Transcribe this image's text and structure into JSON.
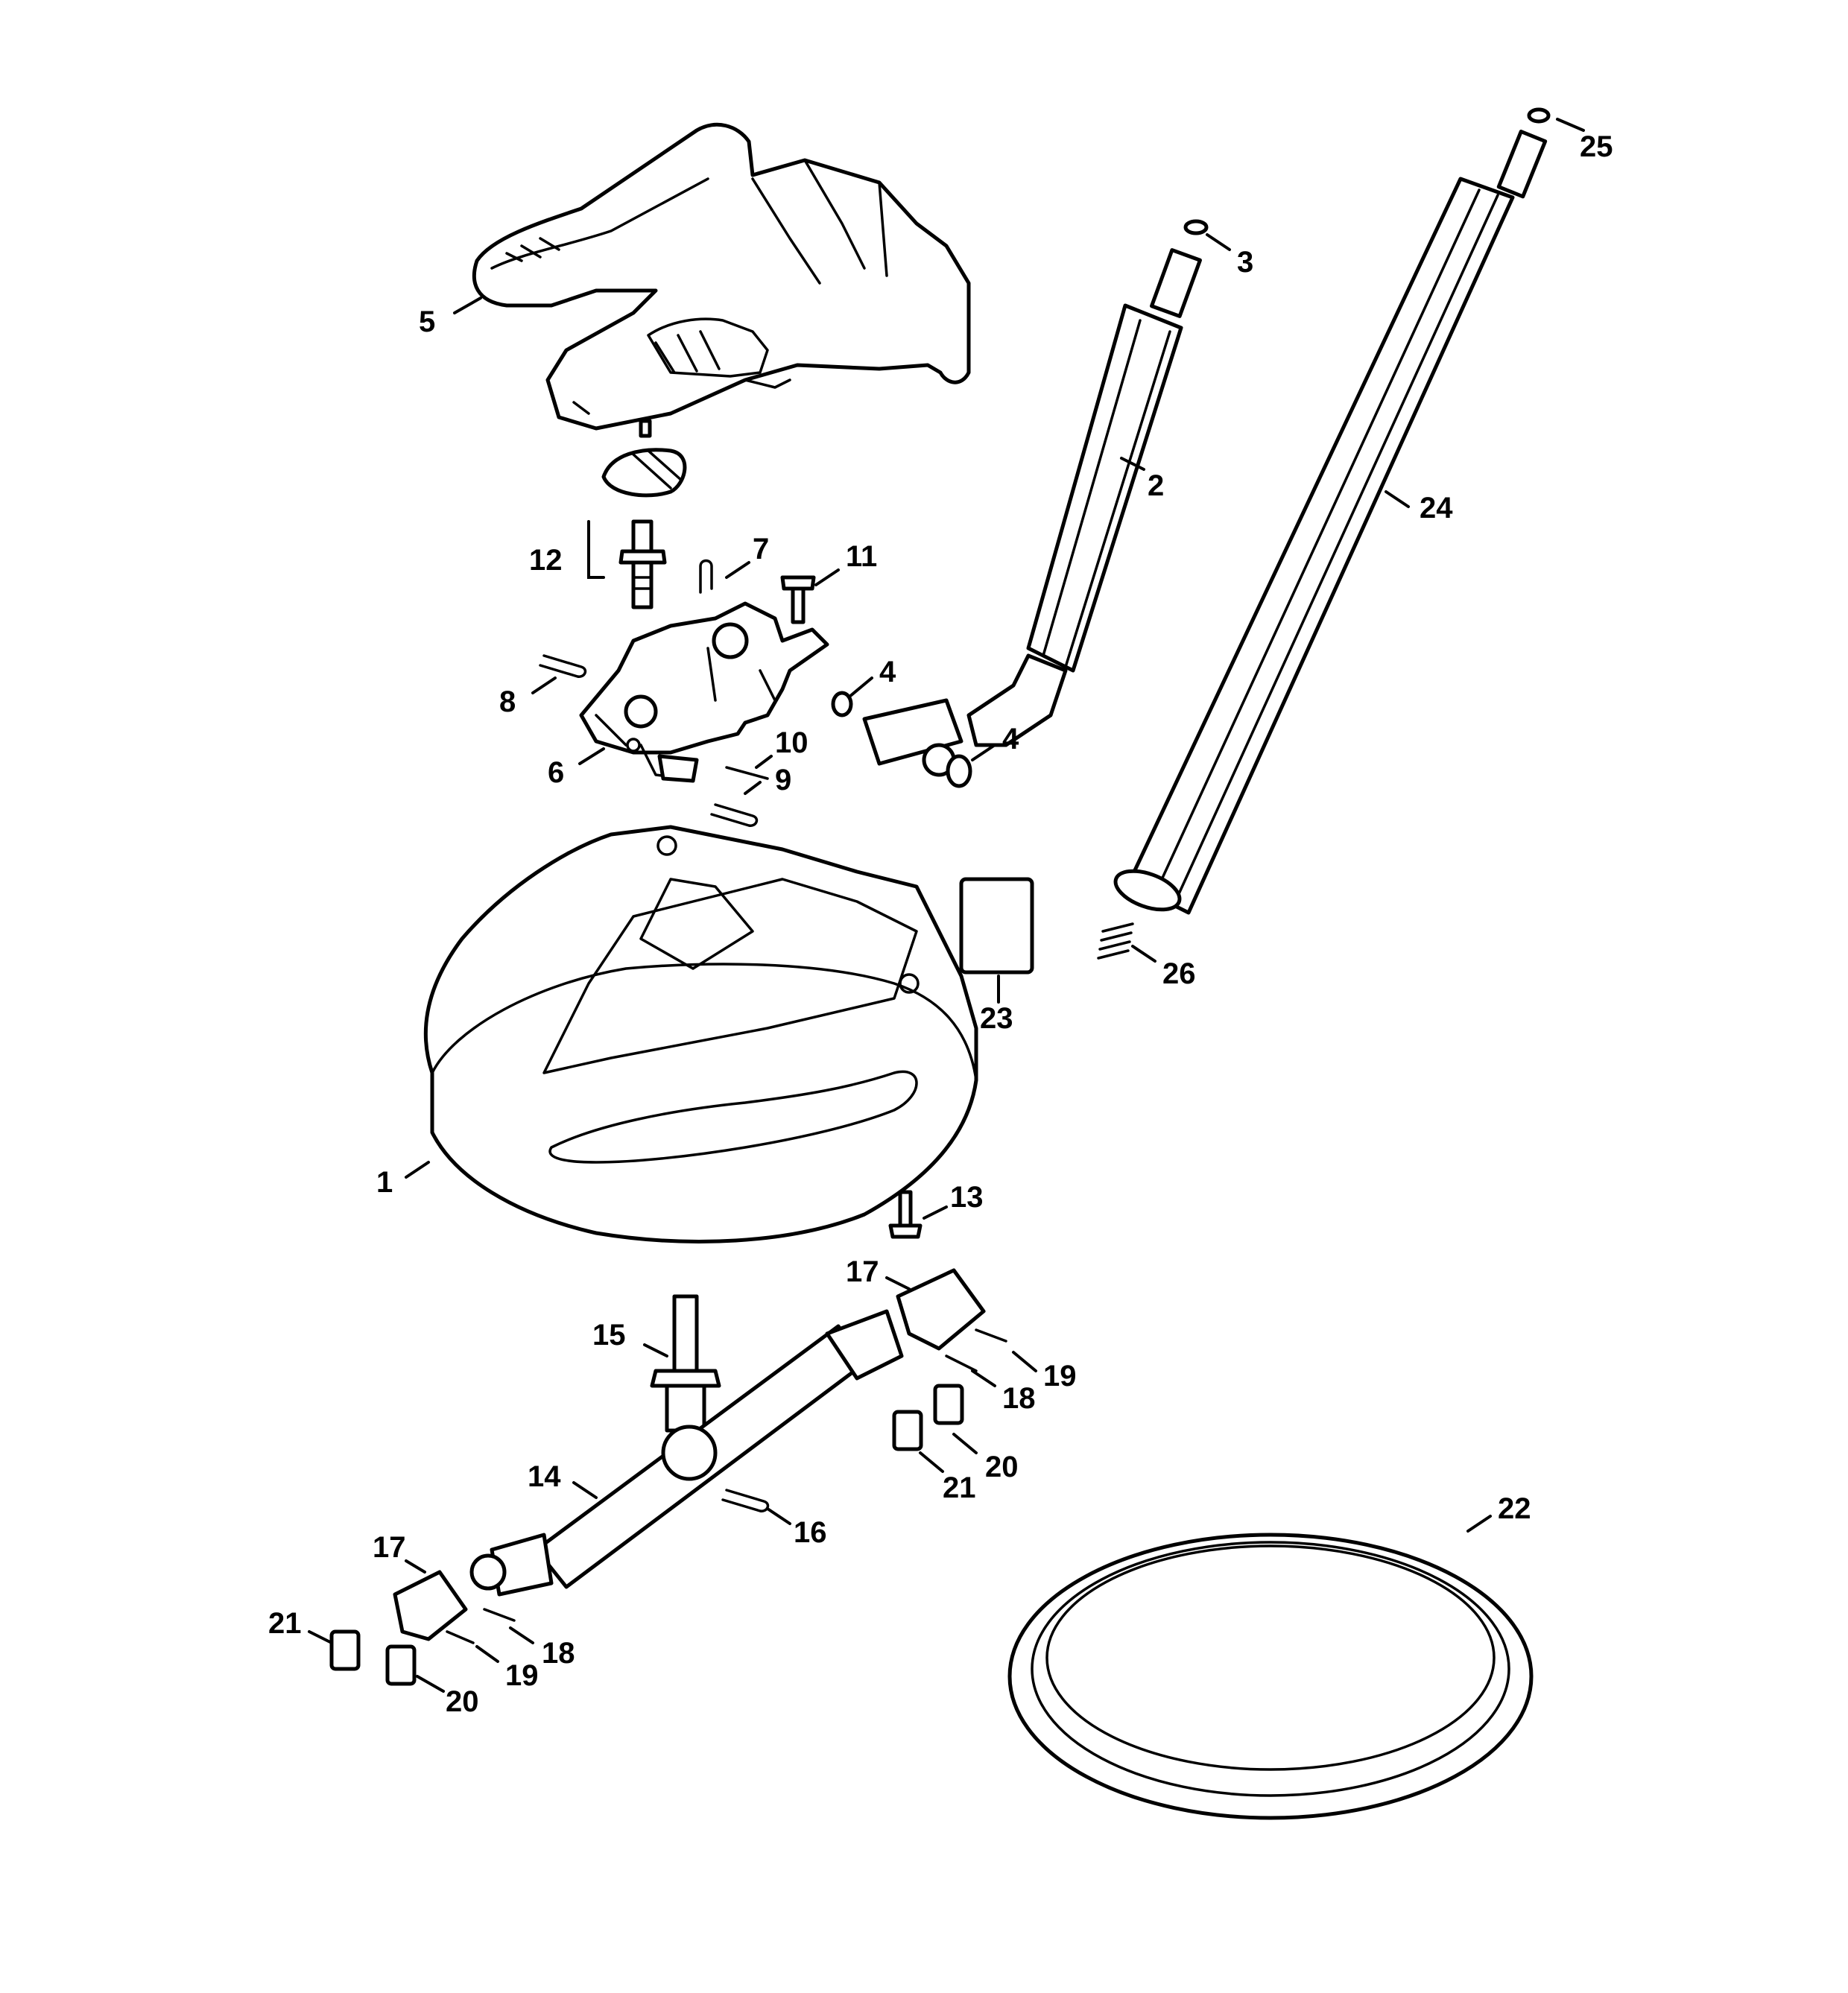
{
  "callouts": {
    "c1": "1",
    "c2": "2",
    "c3": "3",
    "c4a": "4",
    "c4b": "4",
    "c5": "5",
    "c6": "6",
    "c7": "7",
    "c8": "8",
    "c9": "9",
    "c10": "10",
    "c11": "11",
    "c12": "12",
    "c13": "13",
    "c14": "14",
    "c15": "15",
    "c16": "16",
    "c17a": "17",
    "c17b": "17",
    "c18a": "18",
    "c18b": "18",
    "c19a": "19",
    "c19b": "19",
    "c20a": "20",
    "c20b": "20",
    "c21a": "21",
    "c21b": "21",
    "c22": "22",
    "c23": "23",
    "c24": "24",
    "c25": "25",
    "c26": "26"
  }
}
